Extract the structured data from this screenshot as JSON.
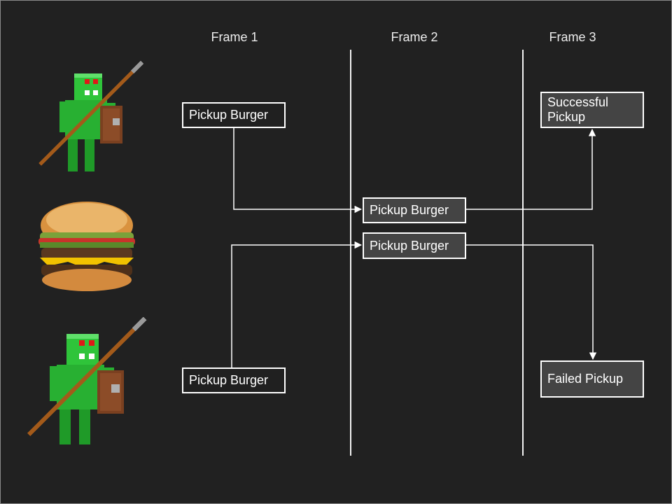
{
  "frames": [
    "Frame 1",
    "Frame 2",
    "Frame 3"
  ],
  "boxes": {
    "frame1_top": "Pickup Burger",
    "frame1_bottom": "Pickup Burger",
    "frame2_top": "Pickup Burger",
    "frame2_bottom": "Pickup Burger",
    "frame3_success": "Successful Pickup",
    "frame3_fail": "Failed Pickup"
  },
  "icons": [
    "orc-spearman-icon",
    "burger-icon",
    "orc-spearman-icon"
  ],
  "colors": {
    "background": "#212121",
    "box_dark": "#444444",
    "line": "#ffffff",
    "orc_green": "#2fc43a",
    "orc_eyes": "#e01818",
    "spear": "#a35a1a",
    "shield": "#7a4020"
  }
}
